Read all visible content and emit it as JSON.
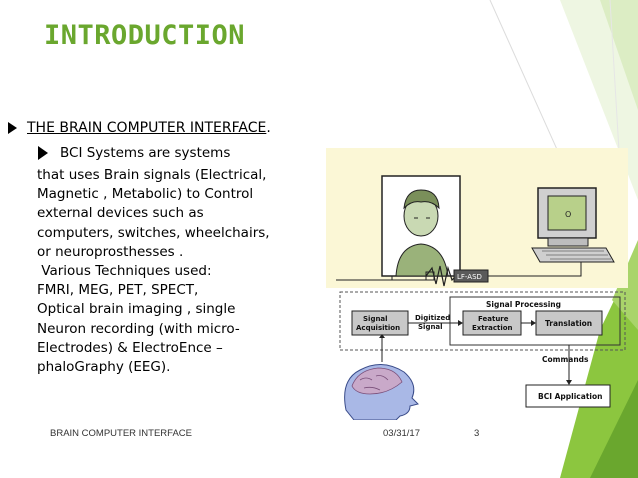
{
  "title": "INTRODUCTION",
  "bullet_main": {
    "label": "THE BRAIN COMPUTER INTERFACE",
    "trailing": "."
  },
  "bullet_sub": "BCI Systems are systems",
  "body_lines": [
    "that uses Brain  signals (Electrical,",
    "Magnetic , Metabolic) to Control",
    "external devices such as",
    "computers, switches, wheelchairs,",
    "or neuroprosthesses .",
    " Various Techniques used:",
    "FMRI, MEG, PET, SPECT,",
    "Optical brain imaging , single",
    "Neuron recording (with micro-",
    "Electrodes) & ElectroEnce –",
    "phaloGraphy (EEG)."
  ],
  "diagram": {
    "device_label": "LF-ASD",
    "group_label": "Signal Processing",
    "boxes": {
      "acquisition": [
        "Signal",
        "Acquisition"
      ],
      "digitized": [
        "Digitized",
        "Signal"
      ],
      "feature": [
        "Feature",
        "Extraction"
      ],
      "translation": "Translation",
      "application": "BCI Application"
    },
    "commands_label": "Commands",
    "monitor_letter": "O"
  },
  "footer": {
    "left": "BRAIN COMPUTER INTERFACE",
    "date": "03/31/17",
    "page": "3"
  },
  "colors": {
    "title": "#6aa72e",
    "accent_green": "#8cc63f",
    "figure_bg": "#fbf7d6",
    "gray_box": "#c8c8c8"
  }
}
